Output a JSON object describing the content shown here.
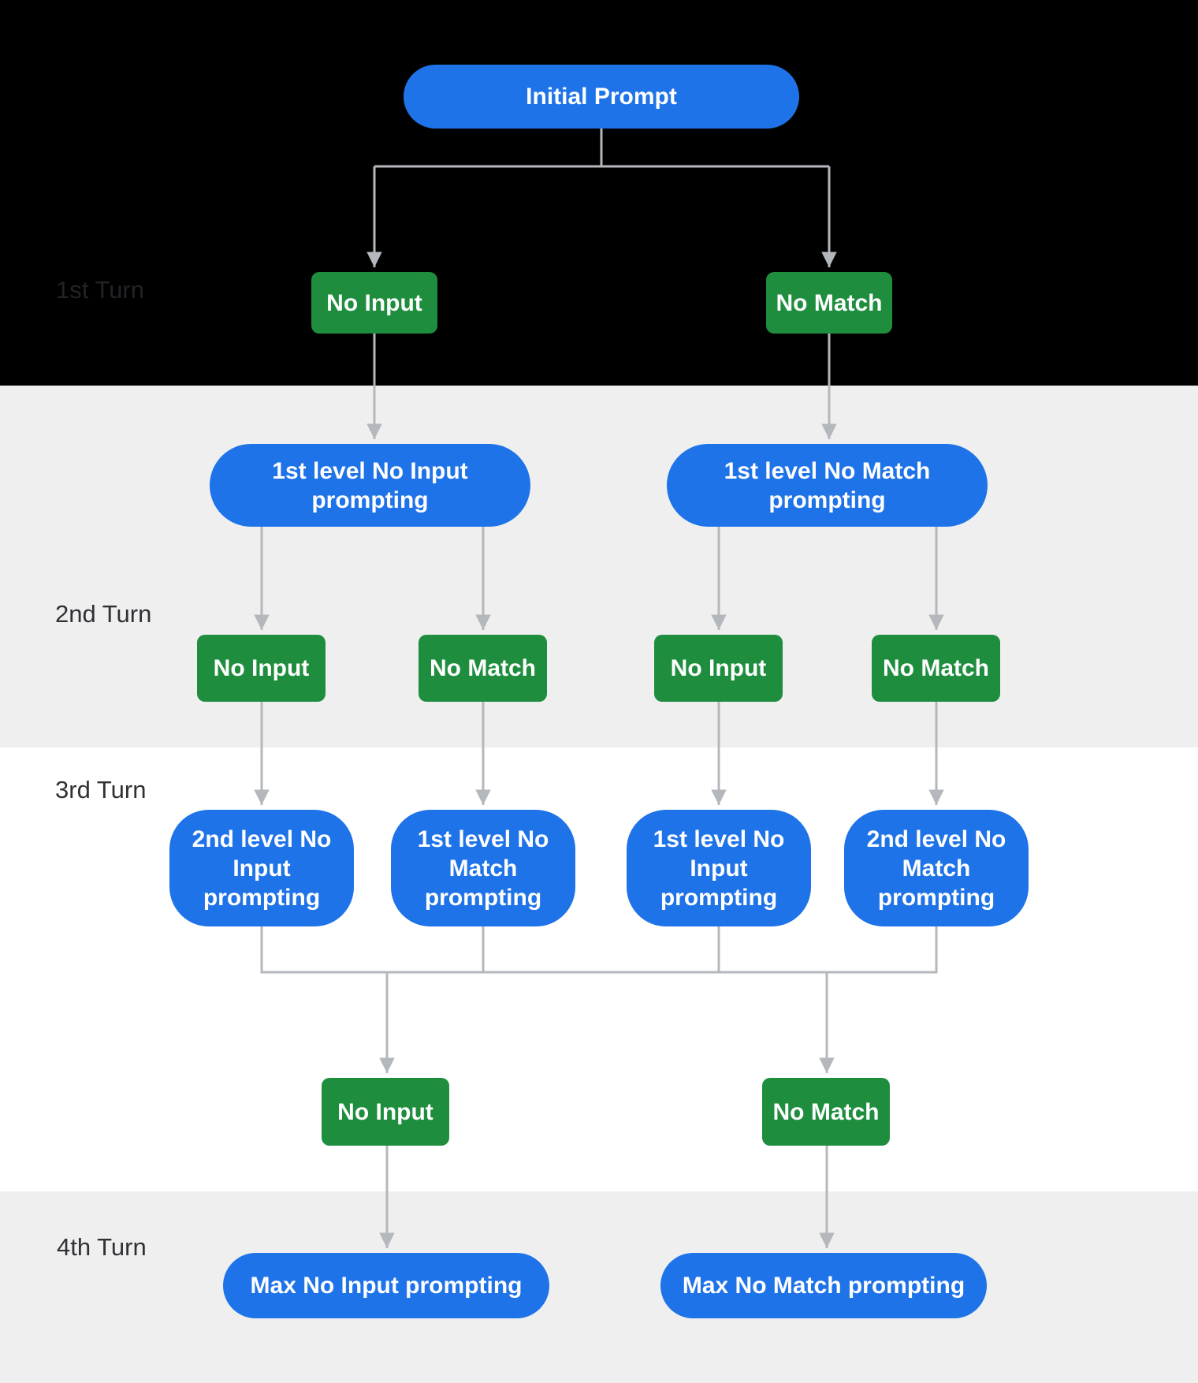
{
  "colors": {
    "band_black": "#000000",
    "band_gray": "#efeff0",
    "band_white": "#ffffff",
    "node_blue": "#1e73e8",
    "node_green": "#1e8e3e",
    "node_text": "#ffffff",
    "connector": "#b4b8bc",
    "turn_label": "#303134",
    "turn_label_on_black": "#212327"
  },
  "turn_labels": {
    "t1": "1st Turn",
    "t2": "2nd Turn",
    "t3": "3rd Turn",
    "t4": "4th Turn"
  },
  "nodes": {
    "initial": "Initial Prompt",
    "t1_no_input": "No Input",
    "t1_no_match": "No Match",
    "l1_no_input": "1st level No Input\nprompting",
    "l1_no_match": "1st level No Match\nprompting",
    "t2_no_input_a": "No Input",
    "t2_no_match_a": "No Match",
    "t2_no_input_b": "No Input",
    "t2_no_match_b": "No Match",
    "t3_l2_no_input": "2nd level No\nInput\nprompting",
    "t3_l1_no_match": "1st level No\nMatch\nprompting",
    "t3_l1_no_input": "1st level No\nInput\nprompting",
    "t3_l2_no_match": "2nd level No\nMatch\nprompting",
    "t3_no_input": "No Input",
    "t3_no_match": "No Match",
    "t4_max_no_input": "Max No Input prompting",
    "t4_max_no_match": "Max No Match prompting"
  }
}
